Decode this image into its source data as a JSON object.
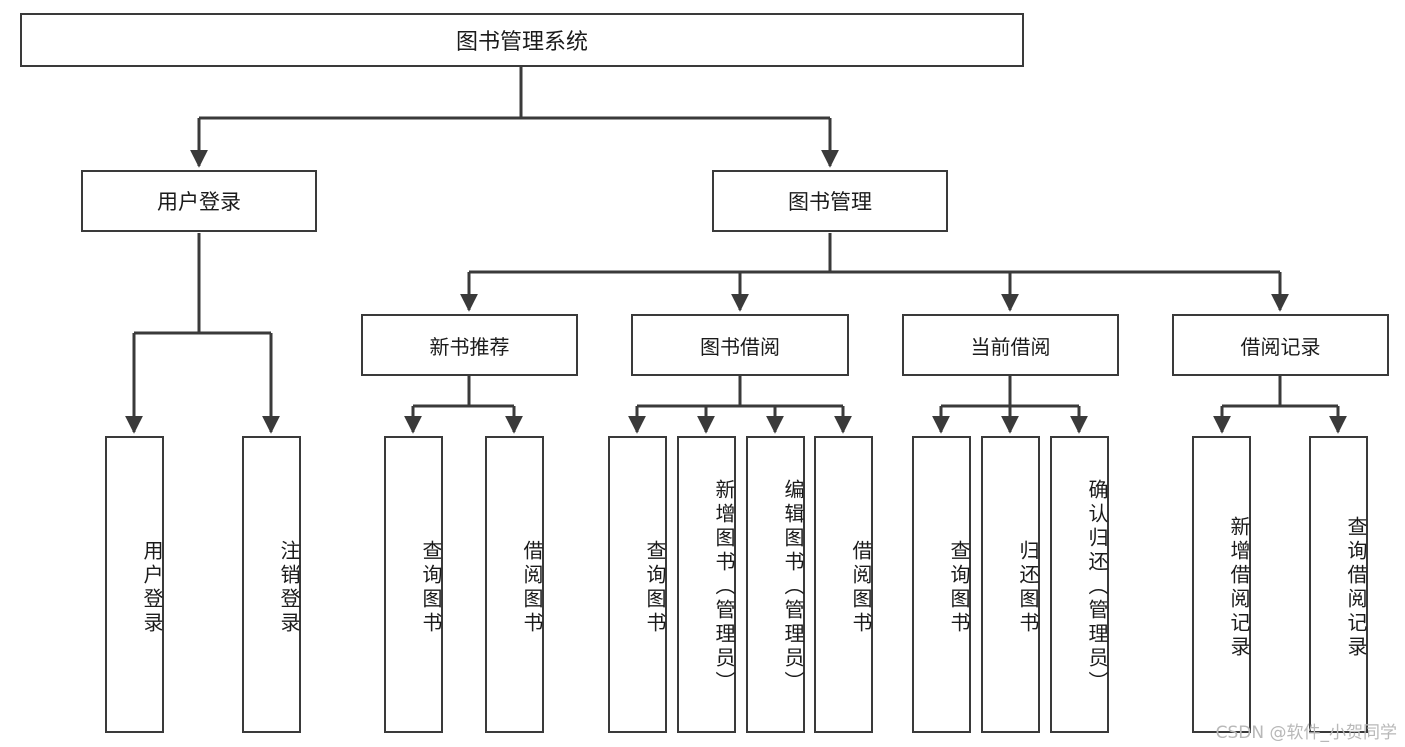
{
  "diagram": {
    "type": "tree-flowchart",
    "title": "图书管理系统",
    "orientation": "top-down",
    "watermark": "CSDN @软件_小贺同学",
    "colors": {
      "box_border": "#3a3a3a",
      "box_fill": "#ffffff",
      "connector": "#3a3a3a",
      "text": "#1b1b1b",
      "watermark": "#b8b8b8",
      "background": "#ffffff"
    },
    "nodes": {
      "root": {
        "label": "图书管理系统"
      },
      "level2": [
        {
          "label": "用户登录"
        },
        {
          "label": "图书管理"
        }
      ],
      "level3": [
        {
          "label": "新书推荐"
        },
        {
          "label": "图书借阅"
        },
        {
          "label": "当前借阅"
        },
        {
          "label": "借阅记录"
        }
      ],
      "leaves": {
        "user_login": [
          {
            "label": "用户登录"
          },
          {
            "label": "注销登录"
          }
        ],
        "new_book_recommend": [
          {
            "label": "查询图书"
          },
          {
            "label": "借阅图书"
          }
        ],
        "book_borrow": [
          {
            "label": "查询图书"
          },
          {
            "label": "新增图书（管理员）"
          },
          {
            "label": "编辑图书（管理员）"
          },
          {
            "label": "借阅图书"
          }
        ],
        "current_borrow": [
          {
            "label": "查询图书"
          },
          {
            "label": "归还图书"
          },
          {
            "label": "确认归还（管理员）"
          }
        ],
        "borrow_records": [
          {
            "label": "新增借阅记录"
          },
          {
            "label": "查询借阅记录"
          }
        ]
      }
    }
  }
}
